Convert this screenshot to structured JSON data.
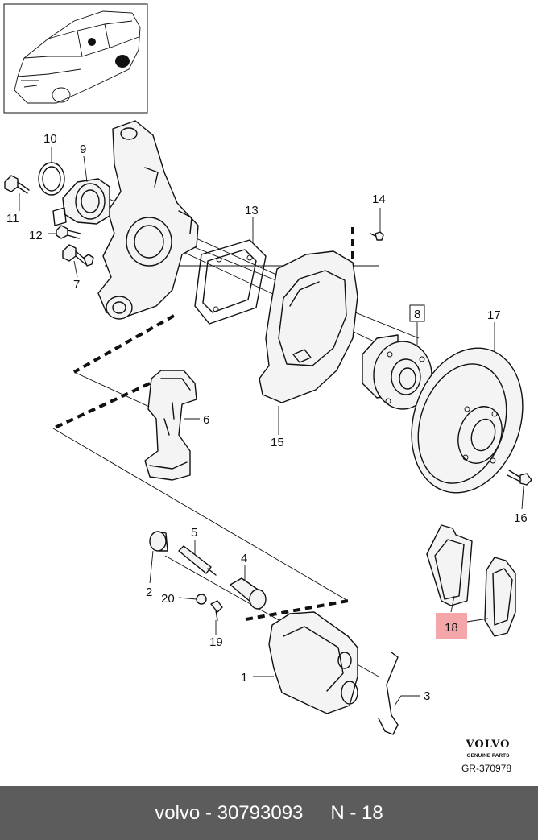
{
  "diagram": {
    "brand": "VOLVO",
    "brand_sub": "GENUINE PARTS",
    "ref_code": "GR-370978",
    "callouts": {
      "c1": "1",
      "c2": "2",
      "c3": "3",
      "c4": "4",
      "c5": "5",
      "c6": "6",
      "c7": "7",
      "c8": "8",
      "c9": "9",
      "c10": "10",
      "c11": "11",
      "c12": "12",
      "c13": "13",
      "c14": "14",
      "c15": "15",
      "c16": "16",
      "c17": "17",
      "c18": "18",
      "c19": "19",
      "c20": "20"
    },
    "highlight_color": "#f4a6a8"
  },
  "footer": {
    "left": "volvo - 30793093",
    "right": "N - 18",
    "background": "#5c5c5c"
  }
}
